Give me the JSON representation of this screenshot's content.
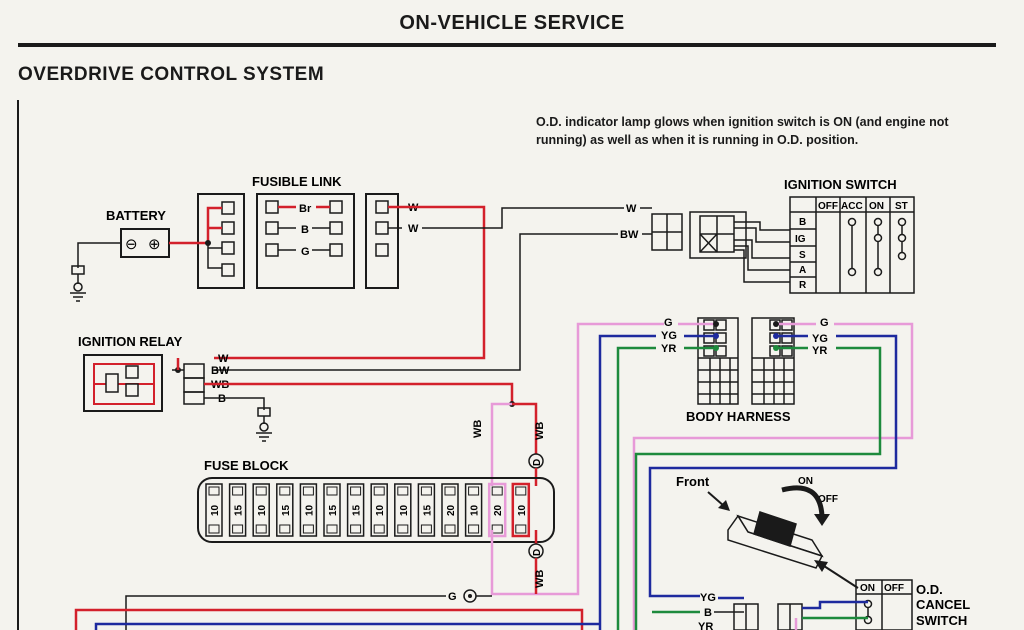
{
  "page_header": "ON-VEHICLE SERVICE",
  "section_title": "OVERDRIVE CONTROL SYSTEM",
  "note": "O.D. indicator lamp glows when ignition switch is ON (and engine not running) as well as when it is running in O.D. position.",
  "components": {
    "battery": "BATTERY",
    "fusible_link": "FUSIBLE LINK",
    "ignition_switch": "IGNITION SWITCH",
    "ignition_relay": "IGNITION RELAY",
    "fuse_block": "FUSE BLOCK",
    "body_harness": "BODY HARNESS",
    "od_cancel_switch": [
      "O.D.",
      "CANCEL",
      "SWITCH"
    ]
  },
  "battery_terminals": {
    "minus": "⊖",
    "plus": "⊕"
  },
  "fusible_link_wires": [
    "Br",
    "B",
    "G"
  ],
  "wire_codes": {
    "W": "W",
    "BW": "BW",
    "WB": "WB",
    "B": "B",
    "G": "G",
    "YG": "YG",
    "YR": "YR",
    "D": "D"
  },
  "ignition_switch_table": {
    "columns": [
      "OFF",
      "ACC",
      "ON",
      "ST"
    ],
    "rows": [
      "B",
      "IG",
      "S",
      "A",
      "R"
    ]
  },
  "fuse_values": [
    "10",
    "15",
    "10",
    "15",
    "10",
    "15",
    "15",
    "10",
    "10",
    "15",
    "20",
    "10",
    "20",
    "10"
  ],
  "switch_illustration": {
    "front": "Front",
    "on": "ON",
    "off": "OFF"
  },
  "od_cancel_switch_cols": [
    "ON",
    "OFF"
  ],
  "colors": {
    "red": "#d3202b",
    "blue": "#1e2a9e",
    "green": "#1d8a3c",
    "pink": "#e79ad8",
    "black": "#1a1a1a",
    "paper": "#f4f3ee"
  }
}
